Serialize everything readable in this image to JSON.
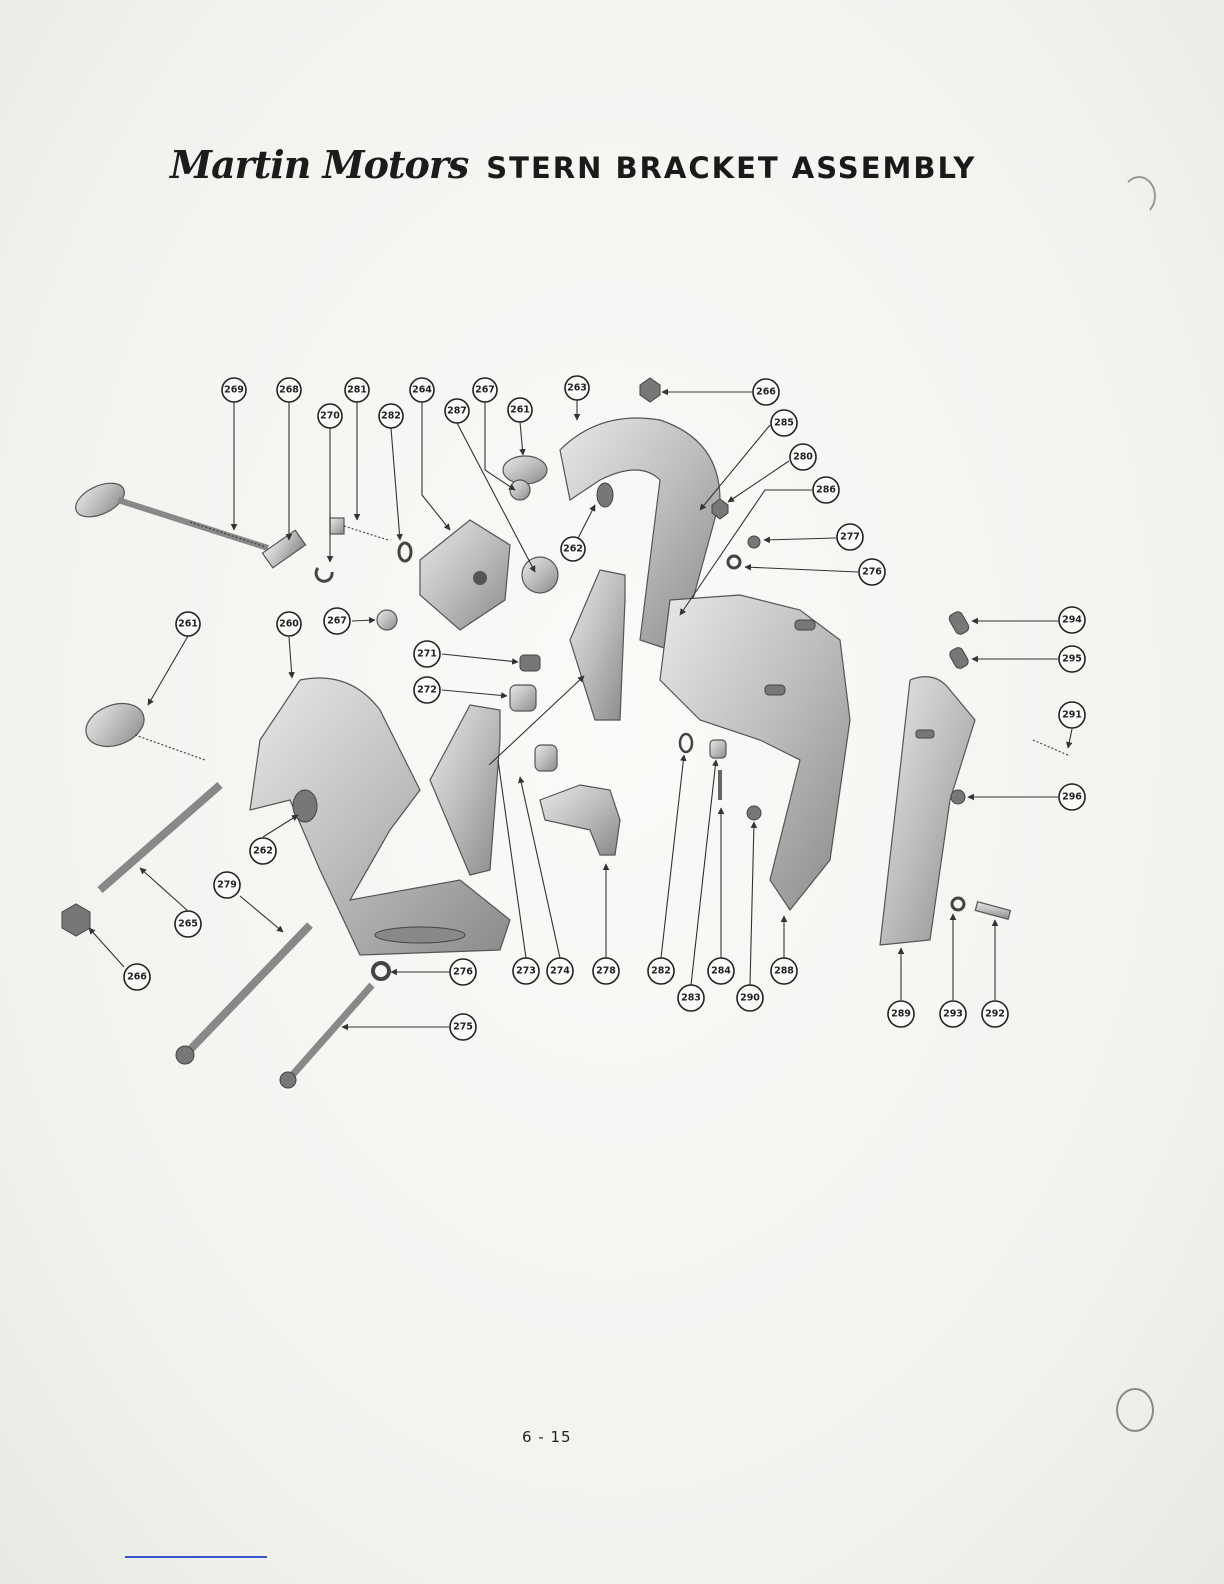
{
  "header": {
    "brand": "Martin Motors",
    "title": "STERN BRACKET ASSEMBLY"
  },
  "callouts": [
    "269",
    "268",
    "281",
    "270",
    "282",
    "264",
    "267",
    "287",
    "261",
    "263",
    "266",
    "285",
    "280",
    "286",
    "277",
    "276",
    "294",
    "295",
    "291",
    "296",
    "261",
    "260",
    "267",
    "271",
    "272",
    "262",
    "279",
    "265",
    "266",
    "276",
    "275",
    "273",
    "274",
    "278",
    "282",
    "283",
    "284",
    "290",
    "288",
    "289",
    "293",
    "292",
    "262"
  ],
  "page_number": "6 - 15"
}
